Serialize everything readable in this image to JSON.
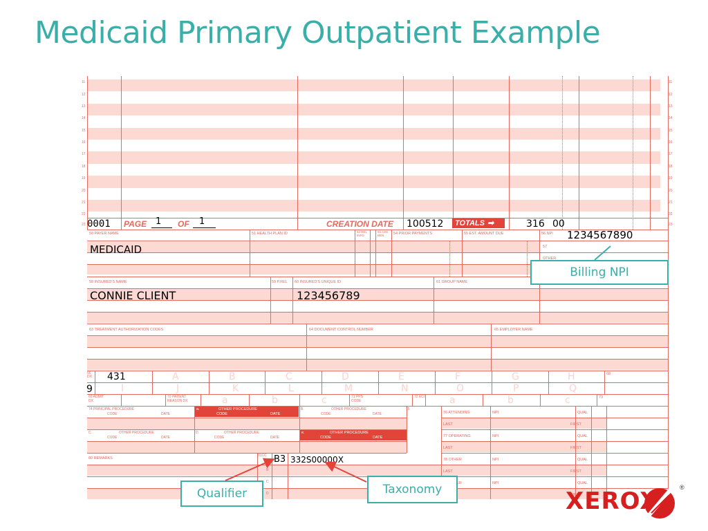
{
  "title": "Medicaid Primary Outpatient Example",
  "page_row": {
    "line_number": "0001",
    "page_label": "PAGE",
    "page": "1",
    "of_label": "OF",
    "of": "1",
    "creation_date_label": "CREATION DATE",
    "creation_date": "100512",
    "totals_label": "TOTALS",
    "total_dollars": "316",
    "total_cents": "00"
  },
  "line_numbers": [
    "11",
    "12",
    "13",
    "14",
    "15",
    "16",
    "17",
    "18",
    "19",
    "20",
    "21",
    "22",
    "23"
  ],
  "field_labels": {
    "payer_name": "50 PAYER NAME",
    "health_plan_id": "51 HEALTH PLAN ID",
    "rel_info": "52 REL INFO",
    "asg_ben": "53 ASG BEN",
    "prior_payments": "54 PRIOR PAYMENTS",
    "est_amount_due": "55 EST. AMOUNT DUE",
    "npi": "56 NPI",
    "box57": "57",
    "other": "OTHER",
    "insureds_name": "58 INSURED'S NAME",
    "p_rel": "59 P.REL",
    "insureds_unique_id": "60 INSURED'S UNIQUE ID",
    "group_name": "61 GROUP NAME",
    "treatment_auth": "63 TREATMENT AUTHORIZATION CODES",
    "doc_control": "64 DOCUMENT CONTROL NUMBER",
    "employer_name": "65 EMPLOYER NAME",
    "dx_66": "66 DX",
    "box68": "68",
    "admit_dx": "69 ADMIT DX",
    "patient_reason_dx": "70 PATIENT REASON DX",
    "pps_code": "71 PPS CODE",
    "eci": "72 ECI",
    "box73": "73",
    "principal_proc": "74 PRINCIPAL PROCEDURE",
    "code": "CODE",
    "date": "DATE",
    "other_proc": "OTHER PROCEDURE",
    "box75": "75",
    "attending": "76 ATTENDING",
    "operating": "77 OPERATING",
    "other78": "78 OTHER",
    "other79": "79 OTHER",
    "npi_short": "NPI",
    "qual": "QUAL",
    "last": "LAST",
    "first": "FIRST",
    "remarks": "80 REMARKS",
    "cc81": "81CC"
  },
  "ghost_letters": {
    "dx_row1": [
      "A",
      "B",
      "C",
      "D",
      "E",
      "F",
      "G",
      "H"
    ],
    "dx_row2": [
      "I",
      "J",
      "K",
      "L",
      "M",
      "N",
      "O",
      "P",
      "Q"
    ],
    "row69": [
      "a",
      "b",
      "c",
      "a",
      "b",
      "c"
    ],
    "proc": [
      "a.",
      "b.",
      "c.",
      "d.",
      "e."
    ]
  },
  "values": {
    "npi": "1234567890",
    "payer": "MEDICAID",
    "insured_name": "CONNIE CLIENT",
    "insured_id": "123456789",
    "dx_code": "431",
    "dx_qualifier": "9",
    "cc_qualifier": "B3",
    "taxonomy_code": "332S00000X"
  },
  "callouts": {
    "billing": "Billing NPI",
    "qualifier": "Qualifier",
    "taxonomy": "Taxonomy"
  },
  "logo": {
    "text": "XEROX",
    "mark": "®"
  },
  "colors": {
    "title": "#3aafa9",
    "form_line": "#e26a5e",
    "form_fill": "#fcd9d3",
    "form_red": "#e2443a",
    "callout": "#3aafa9",
    "logo": "#d62020"
  }
}
